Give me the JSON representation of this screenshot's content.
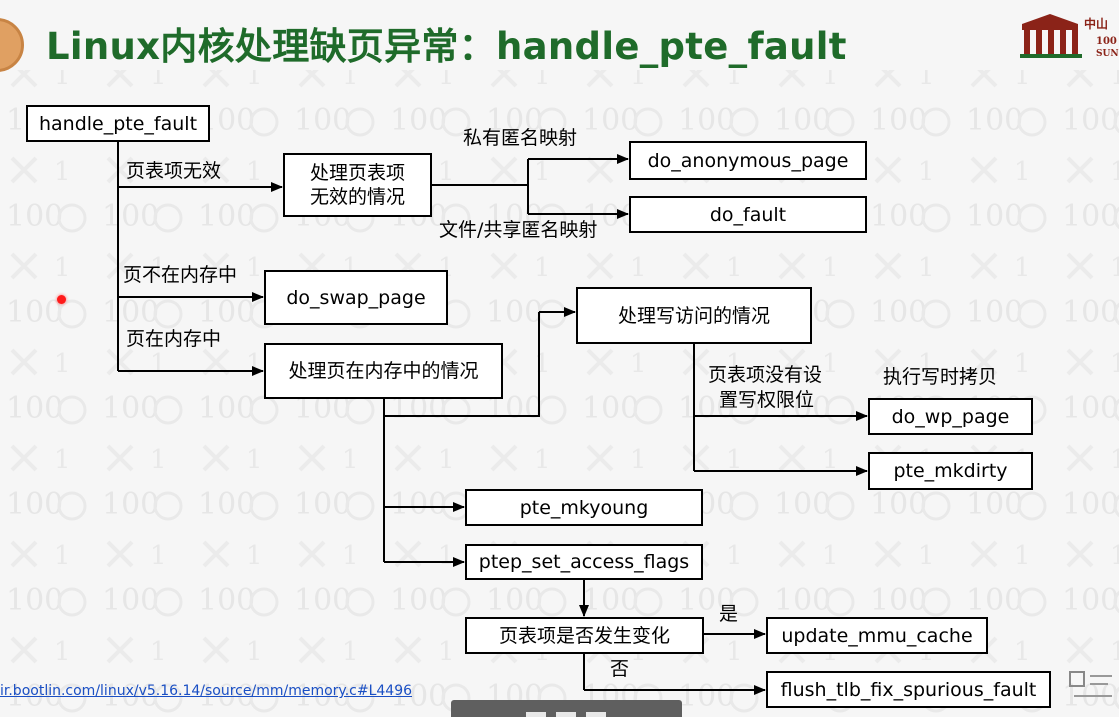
{
  "slide": {
    "title": "Linux内核处理缺页异常：handle_pte_fault",
    "source_link": "ir.bootlin.com/linux/v5.16.14/source/mm/memory.c#L4496"
  },
  "logo": {
    "text_top": "中山",
    "text_mid": "100",
    "text_bottom": "SUN Y"
  },
  "nodes": {
    "handle_pte_fault": "handle_pte_fault",
    "pte_invalid_case_line1": "处理页表项",
    "pte_invalid_case_line2": "无效的情况",
    "do_anonymous_page": "do_anonymous_page",
    "do_fault": "do_fault",
    "do_swap_page": "do_swap_page",
    "page_in_memory_case": "处理页在内存中的情况",
    "write_access_case": "处理写访问的情况",
    "do_wp_page": "do_wp_page",
    "pte_mkdirty": "pte_mkdirty",
    "pte_mkyoung": "pte_mkyoung",
    "ptep_set_access_flags": "ptep_set_access_flags",
    "pte_changed_check": "页表项是否发生变化",
    "update_mmu_cache": "update_mmu_cache",
    "flush_tlb_fix_spurious_fault": "flush_tlb_fix_spurious_fault"
  },
  "labels": {
    "pte_invalid": "页表项无效",
    "private_anon_map": "私有匿名映射",
    "file_shared_anon_map": "文件/共享匿名映射",
    "page_not_in_memory": "页不在内存中",
    "page_in_memory": "页在内存中",
    "no_write_perm_line1": "页表项没有设",
    "no_write_perm_line2": "置写权限位",
    "copy_on_write": "执行写时拷贝",
    "yes": "是",
    "no": "否"
  },
  "colors": {
    "title": "#1f6b2a",
    "link": "#1a4fc4",
    "box_border": "#000000",
    "logo": "#8b2318"
  }
}
